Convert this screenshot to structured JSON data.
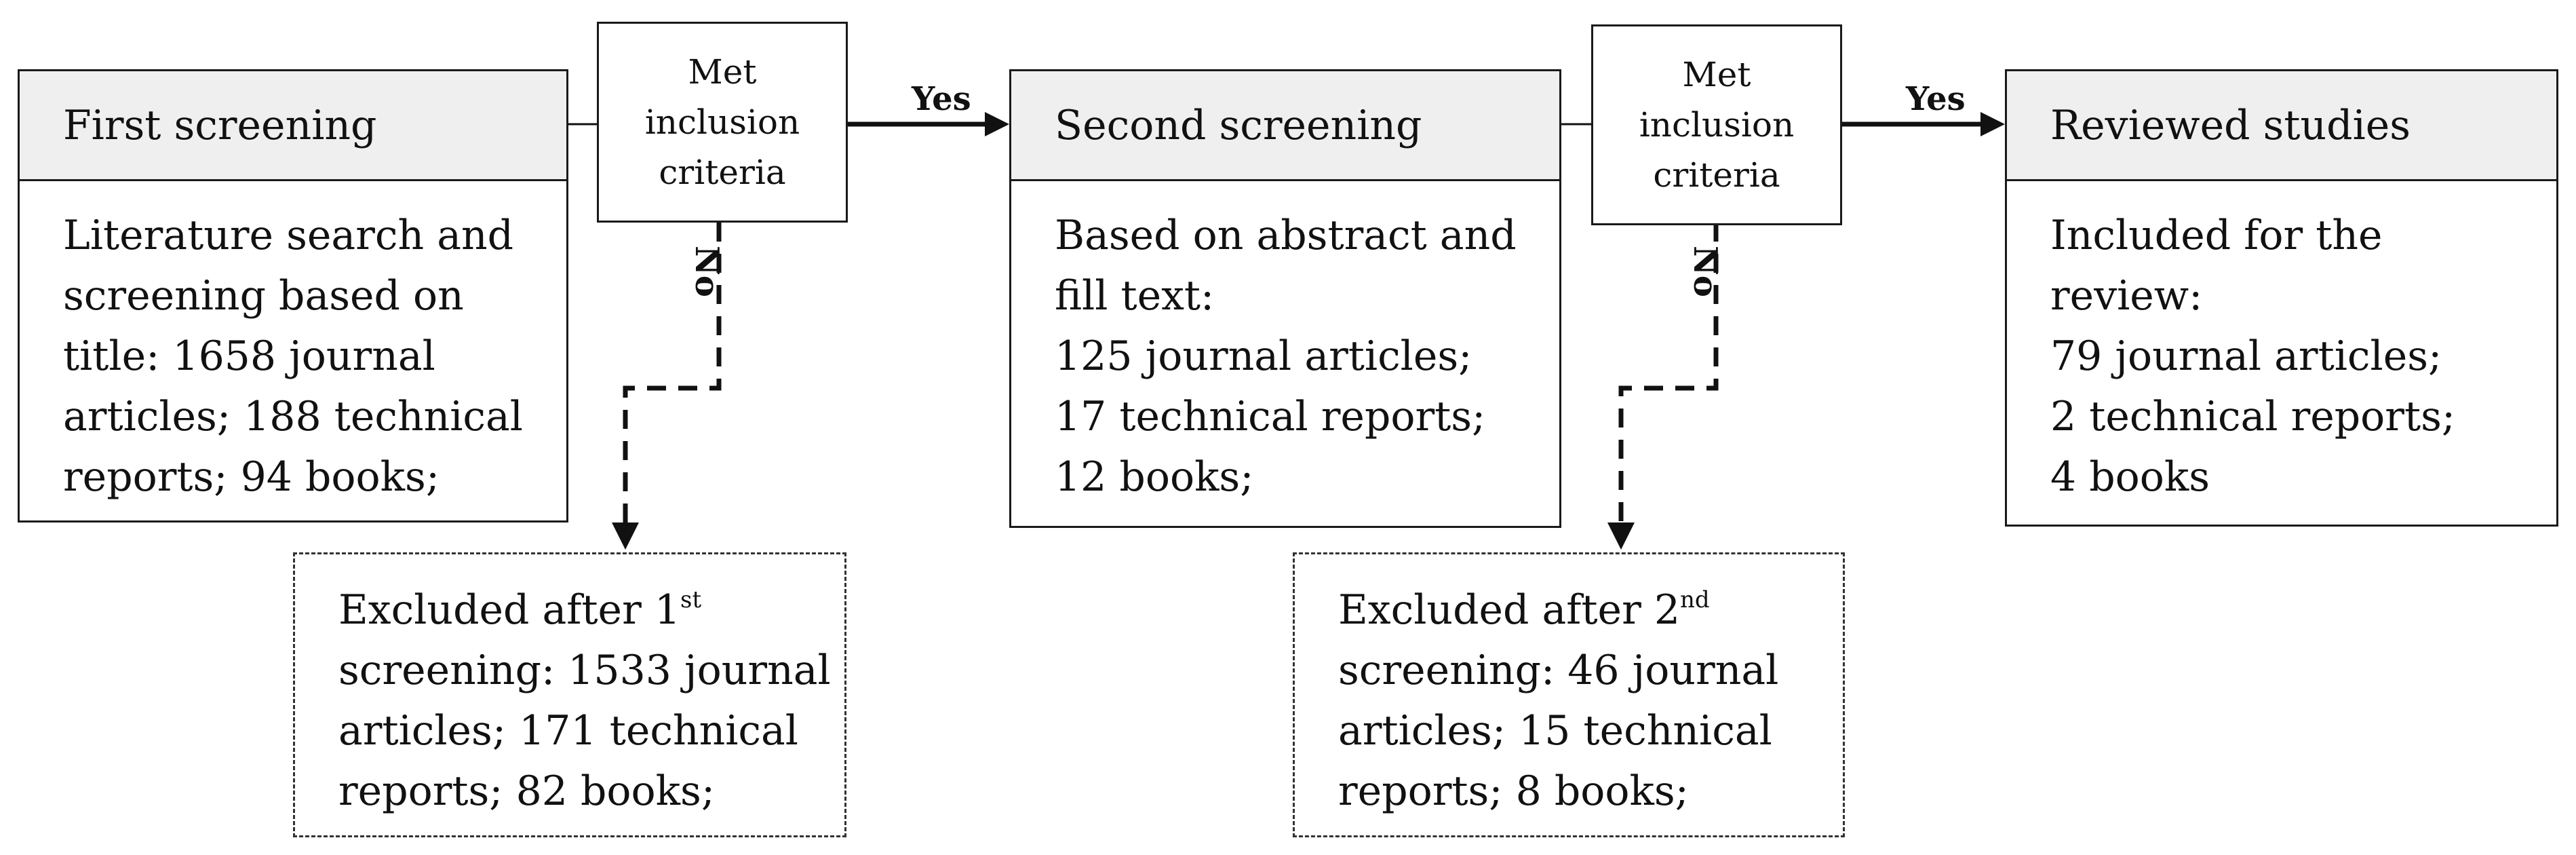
{
  "stages": [
    {
      "title": "First screening",
      "lines": [
        "Literature search and",
        "screening based on",
        "title: 1658 journal",
        "articles; 188 technical",
        "reports; 94 books;"
      ]
    },
    {
      "title": "Second screening",
      "lines": [
        "Based on abstract and",
        "fill text:",
        "125 journal articles;",
        "17 technical reports;",
        "12 books;"
      ]
    },
    {
      "title": "Reviewed studies",
      "lines": [
        "Included for the",
        "review:",
        "79 journal articles;",
        "2 technical reports;",
        "4 books"
      ]
    }
  ],
  "criteria": [
    {
      "lines": [
        "Met",
        "inclusion",
        "criteria"
      ]
    },
    {
      "lines": [
        "Met",
        "inclusion",
        "criteria"
      ]
    }
  ],
  "yes_label": "Yes",
  "no_label": "No",
  "excluded": [
    {
      "line1_prefix": "Excluded after 1",
      "line1_sup": "st",
      "lines": [
        "screening: 1533 journal",
        "articles; 171 technical",
        "reports; 82 books;"
      ]
    },
    {
      "line1_prefix": "Excluded after 2",
      "line1_sup": "nd",
      "lines": [
        "screening: 46 journal",
        "articles; 15 technical",
        "reports; 8 books;"
      ]
    }
  ]
}
